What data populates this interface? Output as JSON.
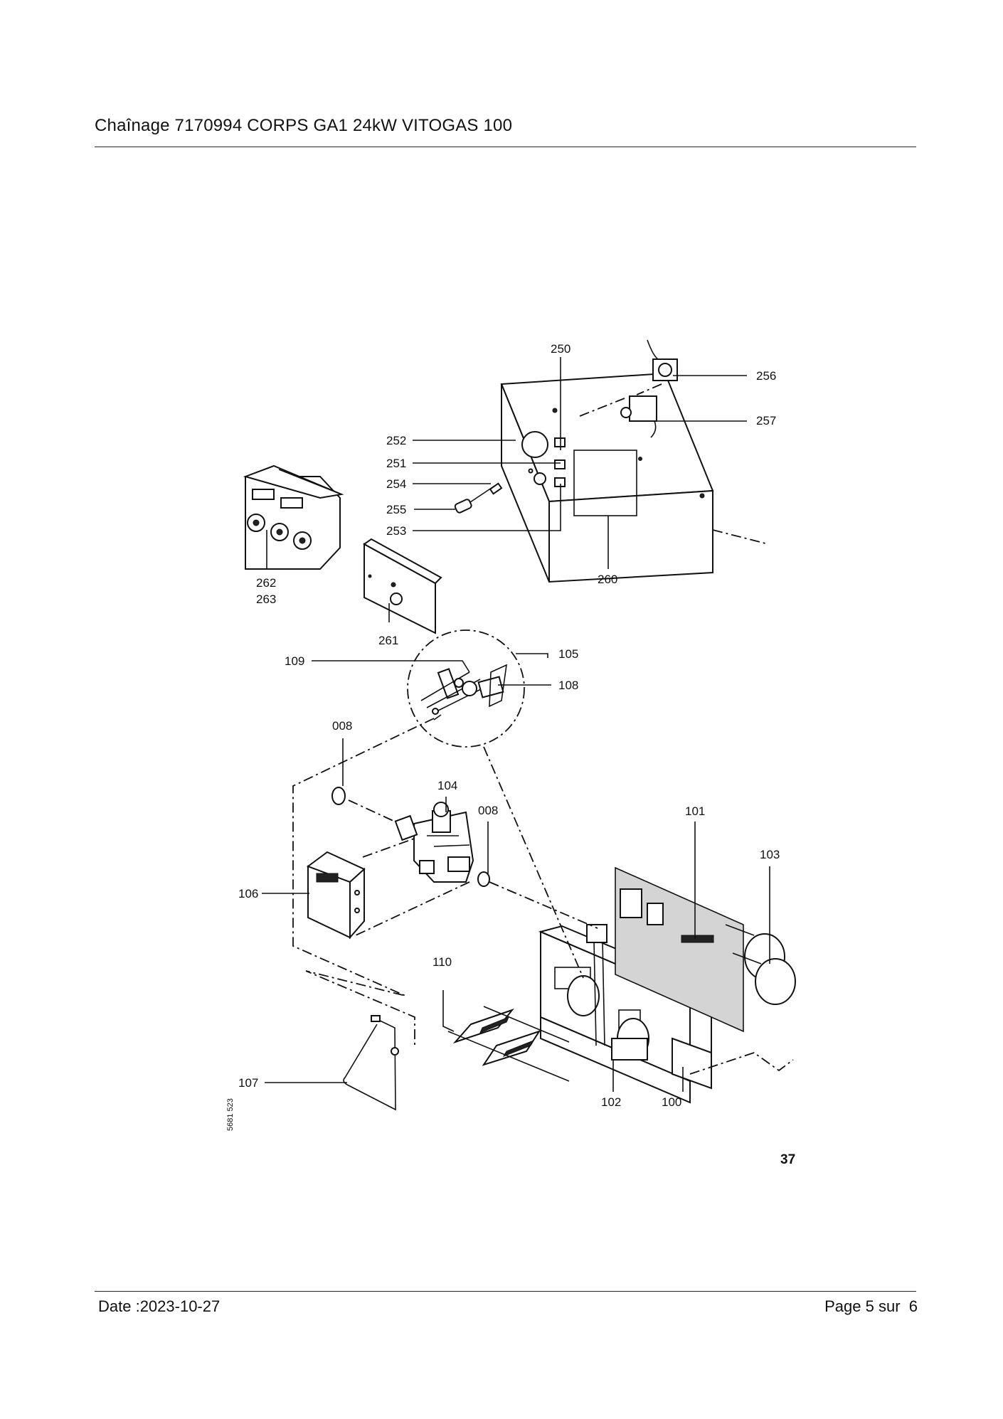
{
  "header": {
    "title": "Chaînage 7170994 CORPS GA1 24kW VITOGAS 100"
  },
  "diagram": {
    "callouts": {
      "c250": "250",
      "c256": "256",
      "c257": "257",
      "c252": "252",
      "c251": "251",
      "c254": "254",
      "c255": "255",
      "c253": "253",
      "c260": "260",
      "c262": "262",
      "c263": "263",
      "c261": "261",
      "c109": "109",
      "c105": "105",
      "c108": "108",
      "c008a": "008",
      "c104": "104",
      "c008b": "008",
      "c101": "101",
      "c103": "103",
      "c106": "106",
      "c110": "110",
      "c107": "107",
      "c102": "102",
      "c100": "100"
    },
    "figure_number": "37",
    "drawing_id": "5681 523"
  },
  "footer": {
    "date": "Date :2023-10-27",
    "page": "Page 5 sur  6"
  }
}
